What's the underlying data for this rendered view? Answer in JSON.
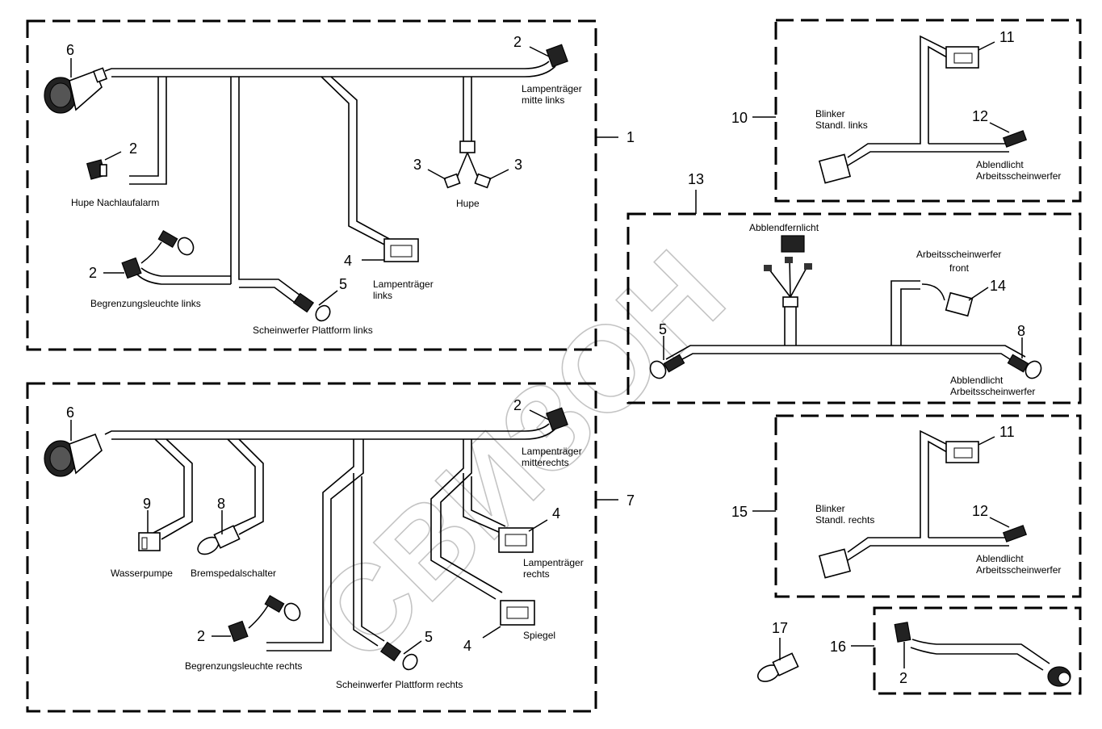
{
  "diagram": {
    "title": "Wiring harness exploded parts diagram",
    "watermark": "СВИЗОН",
    "groups": [
      {
        "id": "1",
        "callout": "1",
        "labels": {
          "connector_main": "6",
          "hupe_nachlaufalarm_num": "2",
          "hupe_nachlaufalarm": "Hupe Nachlaufalarm",
          "lamp_mitte_links_num": "2",
          "lamp_mitte_links_line1": "Lampenträger",
          "lamp_mitte_links_line2": "mitte links",
          "hupe_num_a": "3",
          "hupe_num_b": "3",
          "hupe": "Hupe",
          "lamp_links_num": "4",
          "lamp_links_line1": "Lampenträger",
          "lamp_links_line2": "links",
          "begrenz_num": "2",
          "begrenz": "Begrenzungsleuchte links",
          "schein_num": "5",
          "schein": "Scheinwerfer Plattform links"
        }
      },
      {
        "id": "7",
        "callout": "7",
        "labels": {
          "connector_main": "6",
          "wasser_num": "9",
          "wasser": "Wasserpumpe",
          "brems_num": "8",
          "brems": "Bremspedalschalter",
          "lamp_mitte_rechts_num": "2",
          "lamp_mitte_rechts_line1": "Lampenträger",
          "lamp_mitte_rechts_line2": "mitterechts",
          "lamp_rechts_num": "4",
          "lamp_rechts_line1": "Lampenträger",
          "lamp_rechts_line2": "rechts",
          "spiegel_num": "4",
          "spiegel": "Spiegel",
          "begrenz_num": "2",
          "begrenz": "Begrenzungsleuchte rechts",
          "schein_num": "5",
          "schein": "Scheinwerfer Plattform rechts"
        }
      },
      {
        "id": "10",
        "callout": "10",
        "labels": {
          "num_11": "11",
          "num_12": "12",
          "blinker_line1": "Blinker",
          "blinker_line2": "Standl. links",
          "ablend_line1": "Ablendlicht",
          "ablend_line2": "Arbeitsscheinwerfer"
        }
      },
      {
        "id": "13",
        "callout": "13",
        "labels": {
          "abblendfernlicht": "Abblendfernlicht",
          "arbeits_front_line1": "Arbeitsscheinwerfer",
          "arbeits_front_line2": "front",
          "num_14": "14",
          "num_5": "5",
          "num_8": "8",
          "abblend_line1": "Abblendlicht",
          "abblend_line2": "Arbeitsscheinwerfer"
        }
      },
      {
        "id": "15",
        "callout": "15",
        "labels": {
          "num_11": "11",
          "num_12": "12",
          "blinker_line1": "Blinker",
          "blinker_line2": "Standl. rechts",
          "ablend_line1": "Ablendlicht",
          "ablend_line2": "Arbeitsscheinwerfer"
        }
      },
      {
        "id": "16",
        "callout": "16",
        "labels": {
          "num_2": "2"
        }
      },
      {
        "id": "17",
        "callout": "17",
        "labels": {}
      }
    ]
  }
}
